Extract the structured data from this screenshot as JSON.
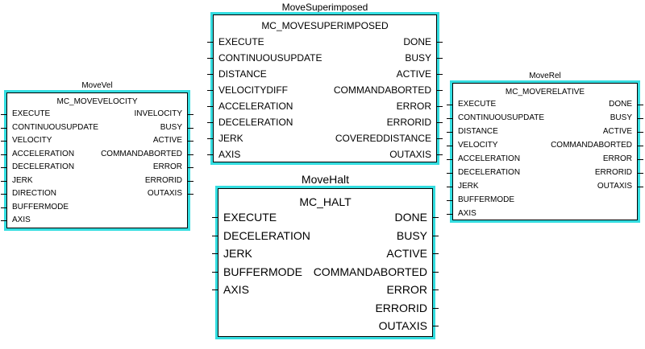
{
  "blocks": [
    {
      "id": "fb-super",
      "instance": "MoveSuperimposed",
      "type": "MC_MOVESUPERIMPOSED",
      "inputs": [
        "EXECUTE",
        "CONTINUOUSUPDATE",
        "DISTANCE",
        "VELOCITYDIFF",
        "ACCELERATION",
        "DECELERATION",
        "JERK",
        "AXIS"
      ],
      "outputs": [
        "DONE",
        "BUSY",
        "ACTIVE",
        "COMMANDABORTED",
        "ERROR",
        "ERRORID",
        "COVEREDDISTANCE",
        "OUTAXIS"
      ]
    },
    {
      "id": "fb-vel",
      "instance": "MoveVel",
      "type": "MC_MOVEVELOCITY",
      "inputs": [
        "EXECUTE",
        "CONTINUOUSUPDATE",
        "VELOCITY",
        "ACCELERATION",
        "DECELERATION",
        "JERK",
        "DIRECTION",
        "BUFFERMODE",
        "AXIS"
      ],
      "outputs": [
        "INVELOCITY",
        "BUSY",
        "ACTIVE",
        "COMMANDABORTED",
        "ERROR",
        "ERRORID",
        "OUTAXIS"
      ]
    },
    {
      "id": "fb-rel",
      "instance": "MoveRel",
      "type": "MC_MOVERELATIVE",
      "inputs": [
        "EXECUTE",
        "CONTINUOUSUPDATE",
        "DISTANCE",
        "VELOCITY",
        "ACCELERATION",
        "DECELERATION",
        "JERK",
        "BUFFERMODE",
        "AXIS"
      ],
      "outputs": [
        "DONE",
        "BUSY",
        "ACTIVE",
        "COMMANDABORTED",
        "ERROR",
        "ERRORID",
        "OUTAXIS"
      ]
    },
    {
      "id": "fb-halt",
      "instance": "MoveHalt",
      "type": "MC_HALT",
      "inputs": [
        "EXECUTE",
        "DECELERATION",
        "JERK",
        "BUFFERMODE",
        "AXIS"
      ],
      "outputs": [
        "DONE",
        "BUSY",
        "ACTIVE",
        "COMMANDABORTED",
        "ERROR",
        "ERRORID",
        "OUTAXIS"
      ]
    }
  ],
  "colors": {
    "selection_outline": "#33dde0",
    "border": "#000000",
    "background": "#ffffff"
  }
}
